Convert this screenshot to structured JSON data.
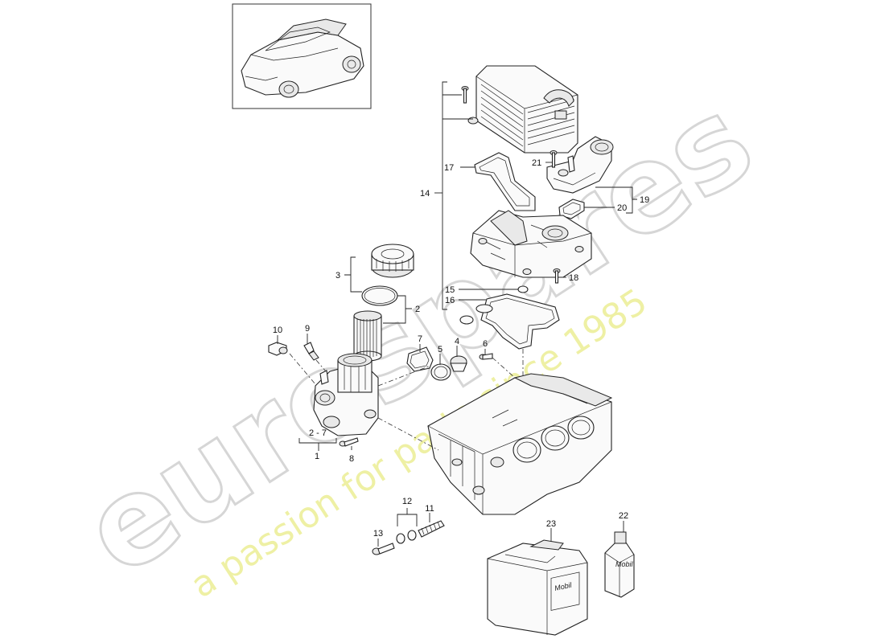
{
  "watermark": {
    "brand": "eurospares",
    "tagline": "a passion for parts since 1985"
  },
  "callouts": [
    {
      "id": "c1",
      "label": "1"
    },
    {
      "id": "c2",
      "label": "2"
    },
    {
      "id": "c3",
      "label": "3"
    },
    {
      "id": "c4",
      "label": "4"
    },
    {
      "id": "c5",
      "label": "5"
    },
    {
      "id": "c6",
      "label": "6"
    },
    {
      "id": "c7",
      "label": "7"
    },
    {
      "id": "c8",
      "label": "8"
    },
    {
      "id": "c9",
      "label": "9"
    },
    {
      "id": "c10",
      "label": "10"
    },
    {
      "id": "c11",
      "label": "11"
    },
    {
      "id": "c12",
      "label": "12"
    },
    {
      "id": "c13",
      "label": "13"
    },
    {
      "id": "c14",
      "label": "14"
    },
    {
      "id": "c15",
      "label": "15"
    },
    {
      "id": "c16",
      "label": "16"
    },
    {
      "id": "c17",
      "label": "17"
    },
    {
      "id": "c18",
      "label": "18"
    },
    {
      "id": "c19",
      "label": "19"
    },
    {
      "id": "c20",
      "label": "20"
    },
    {
      "id": "c21",
      "label": "21"
    },
    {
      "id": "c22",
      "label": "22"
    },
    {
      "id": "c23",
      "label": "23"
    },
    {
      "id": "c2to7",
      "label": "2 - 7"
    }
  ],
  "products": {
    "canister_brand": "Mobil",
    "bottle_brand": "Mobil"
  }
}
